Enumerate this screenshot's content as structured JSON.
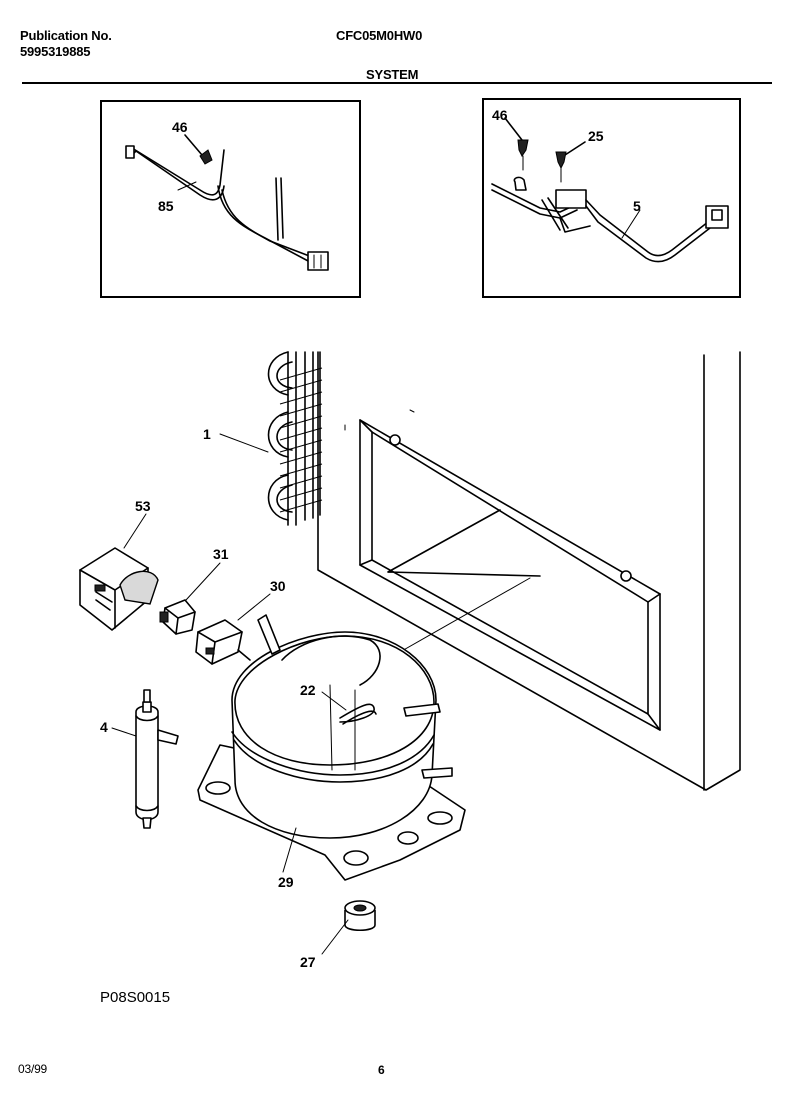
{
  "header": {
    "publication_label": "Publication No.",
    "publication_number": "5995319885",
    "model": "CFC05M0HW0",
    "section": "SYSTEM"
  },
  "inset_left": {
    "labels": [
      "46",
      "85"
    ]
  },
  "inset_right": {
    "labels": [
      "46",
      "25",
      "5"
    ]
  },
  "callouts": {
    "condenser": "1",
    "relay_cover": "53",
    "relay": "31",
    "overload": "30",
    "compressor_tube": "22",
    "drier": "4",
    "compressor": "29",
    "grommet": "27"
  },
  "footer": {
    "drawing_code": "P08S0015",
    "date": "03/99",
    "page": "6"
  }
}
